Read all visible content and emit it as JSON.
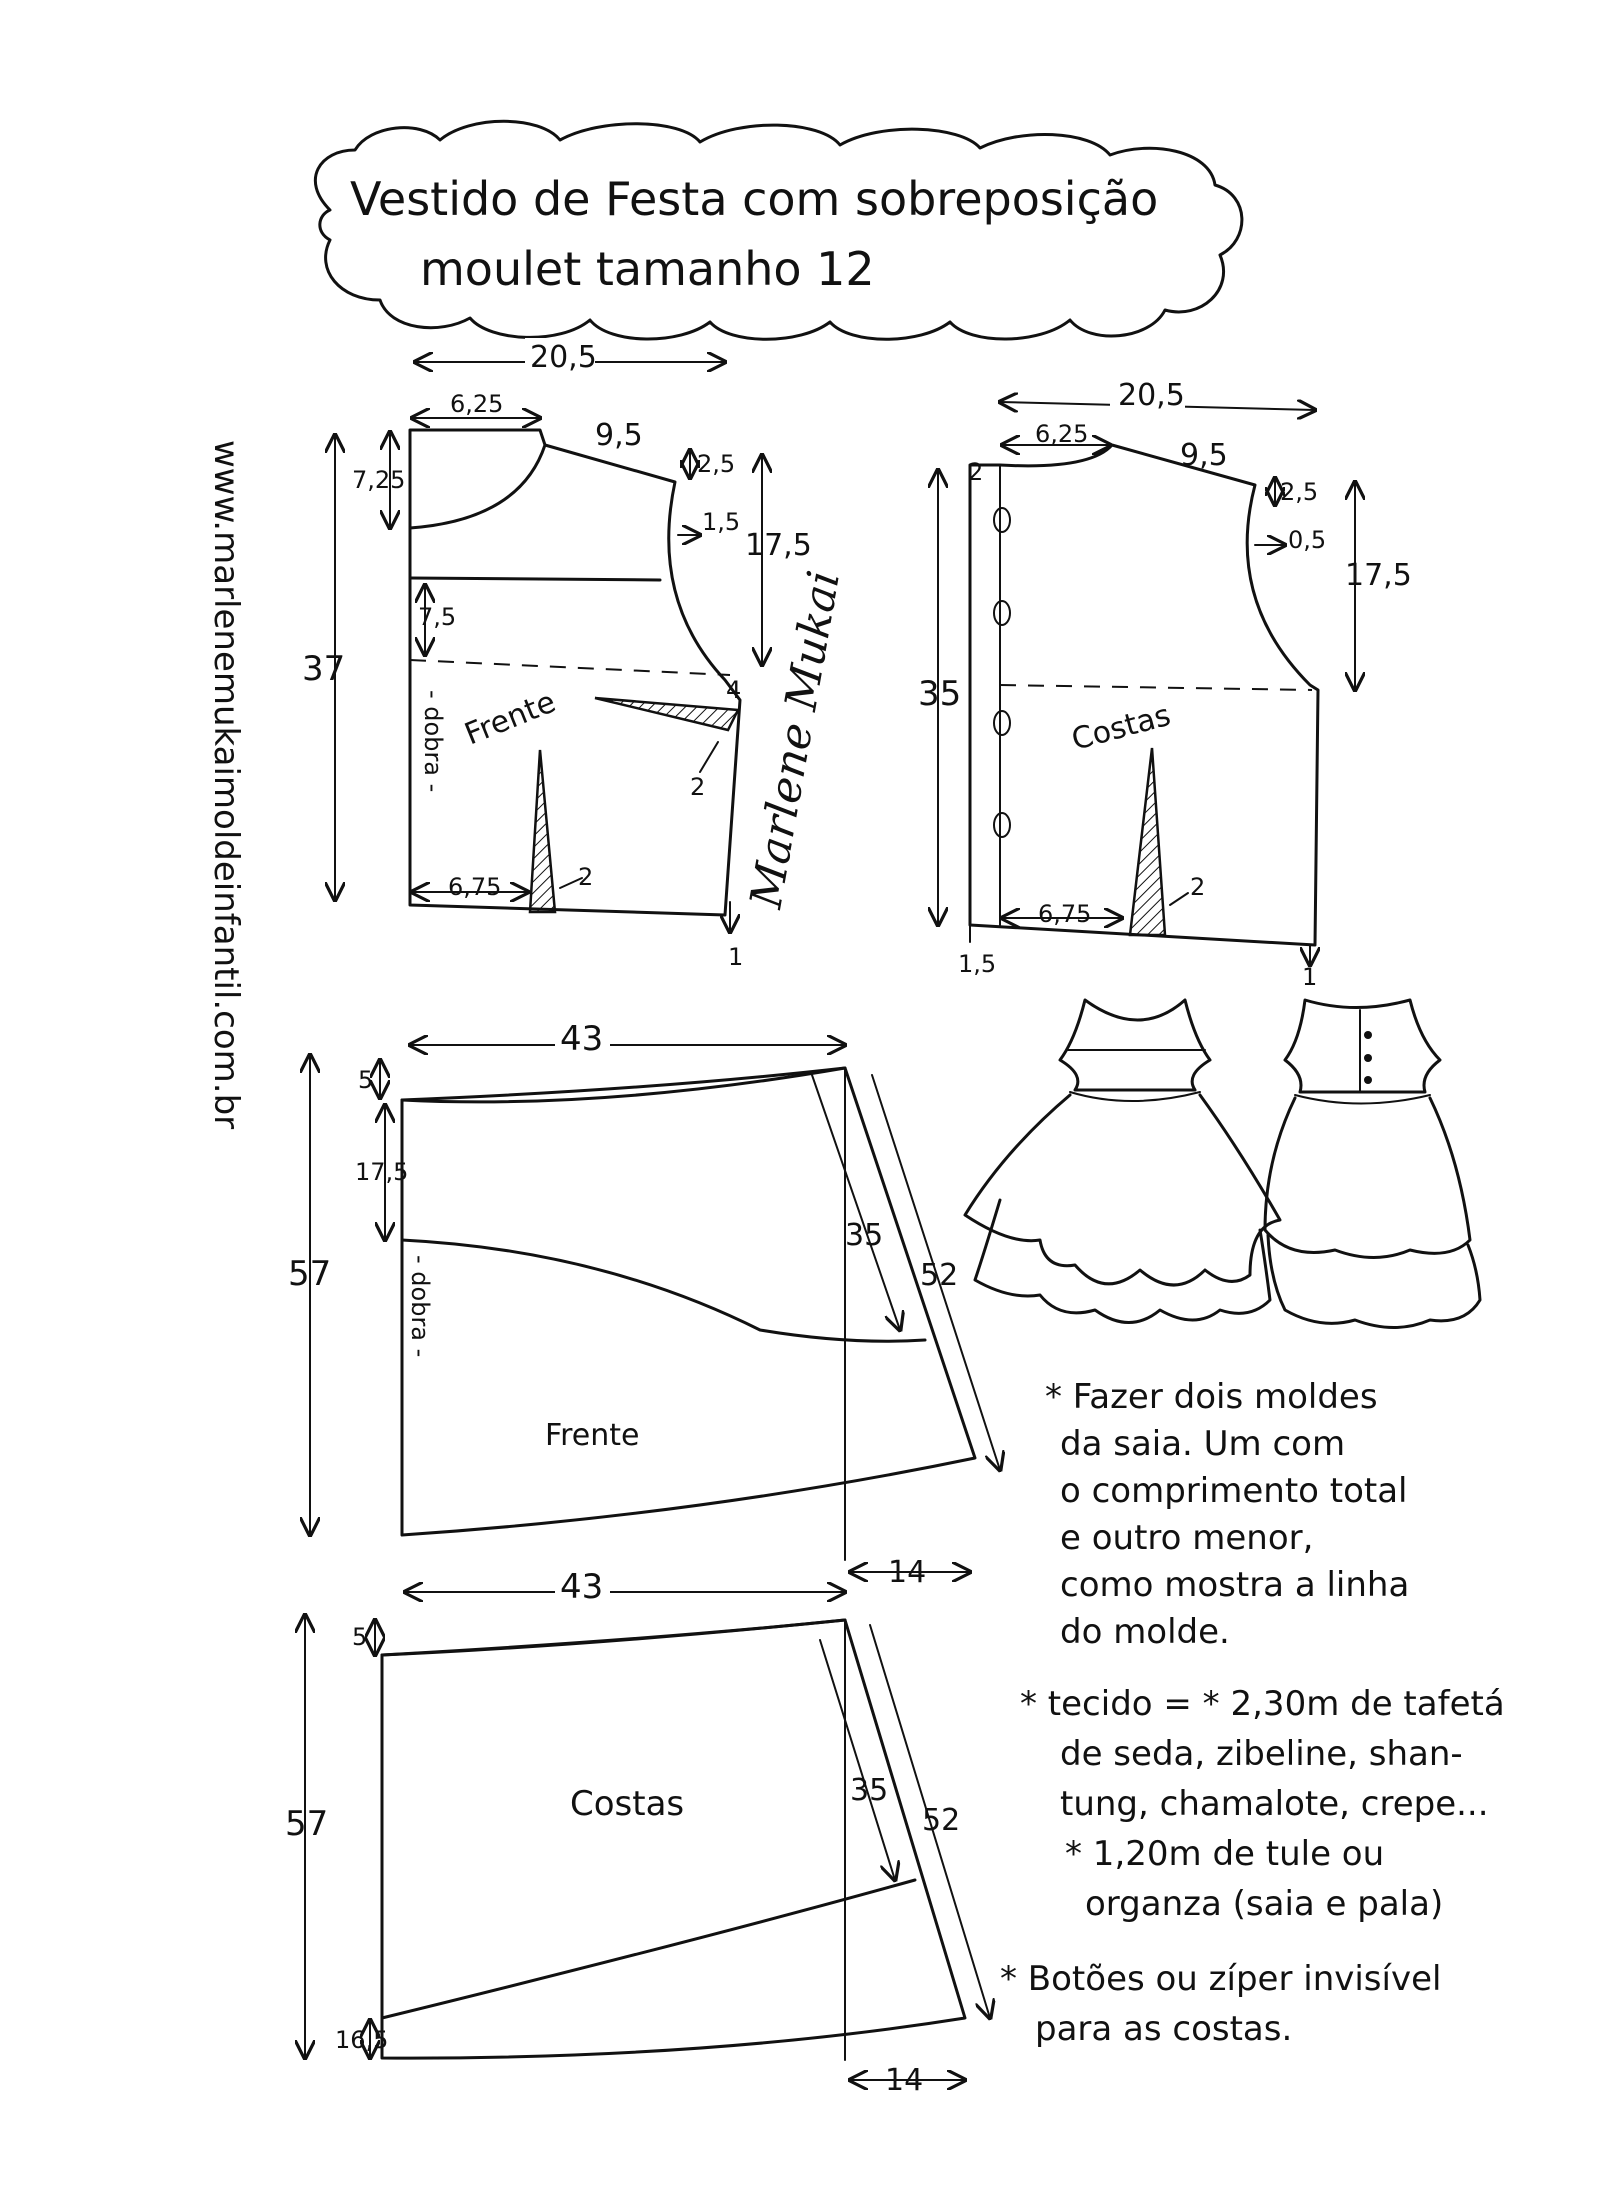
{
  "title": {
    "line1": "Vestido de Festa com sobreposição",
    "line2": "moulet tamanho 12"
  },
  "website": "www.marlenemukaimoldeinfantil.com.br",
  "signature": "Marlene Mukai",
  "bodice_front": {
    "label": "Frente",
    "fold": "- dobra -",
    "width": "20,5",
    "shoulder_offset": "6,25",
    "shoulder": "9,5",
    "shoulder_drop": "2,5",
    "neck_depth": "7,25",
    "armhole_offset": "1,5",
    "armhole_depth": "17,5",
    "yoke": "7,5",
    "length": "37",
    "side_in": "4",
    "dart_side": "2",
    "dart_width": "2",
    "dart_pos": "6,75",
    "hem_drop": "1"
  },
  "bodice_back": {
    "label": "Costas",
    "width": "20,5",
    "shoulder_offset": "6,25",
    "shoulder": "9,5",
    "neck_depth": "2",
    "shoulder_drop": "2,5",
    "armhole_offset": "0,5",
    "armhole_depth": "17,5",
    "length": "35",
    "dart_width": "2",
    "dart_pos": "6,75",
    "button_ext": "1,5",
    "hem_drop": "1"
  },
  "skirt_front": {
    "label": "Frente",
    "fold": "- dobra -",
    "width": "43",
    "top": "5",
    "overlay": "17,5",
    "length": "57",
    "side_short": "35",
    "side_long": "52",
    "flare": "14"
  },
  "skirt_back": {
    "label": "Costas",
    "width": "43",
    "top": "5",
    "length": "57",
    "side_short": "35",
    "side_long": "52",
    "hem_diff": "16,5",
    "flare": "14"
  },
  "notes": {
    "n1": [
      "* Fazer dois moldes",
      "da saia. Um com",
      "o comprimento total",
      "e outro menor,",
      "como mostra a linha",
      "do molde."
    ],
    "n2": [
      "* tecido = * 2,30m de tafetá",
      "de seda, zibeline, shan-",
      "tung, chamalote, crepe...",
      "* 1,20m de tule ou",
      "organza (saia e pala)"
    ],
    "n3": [
      "* Botões ou zíper invisível",
      "para as costas."
    ]
  }
}
